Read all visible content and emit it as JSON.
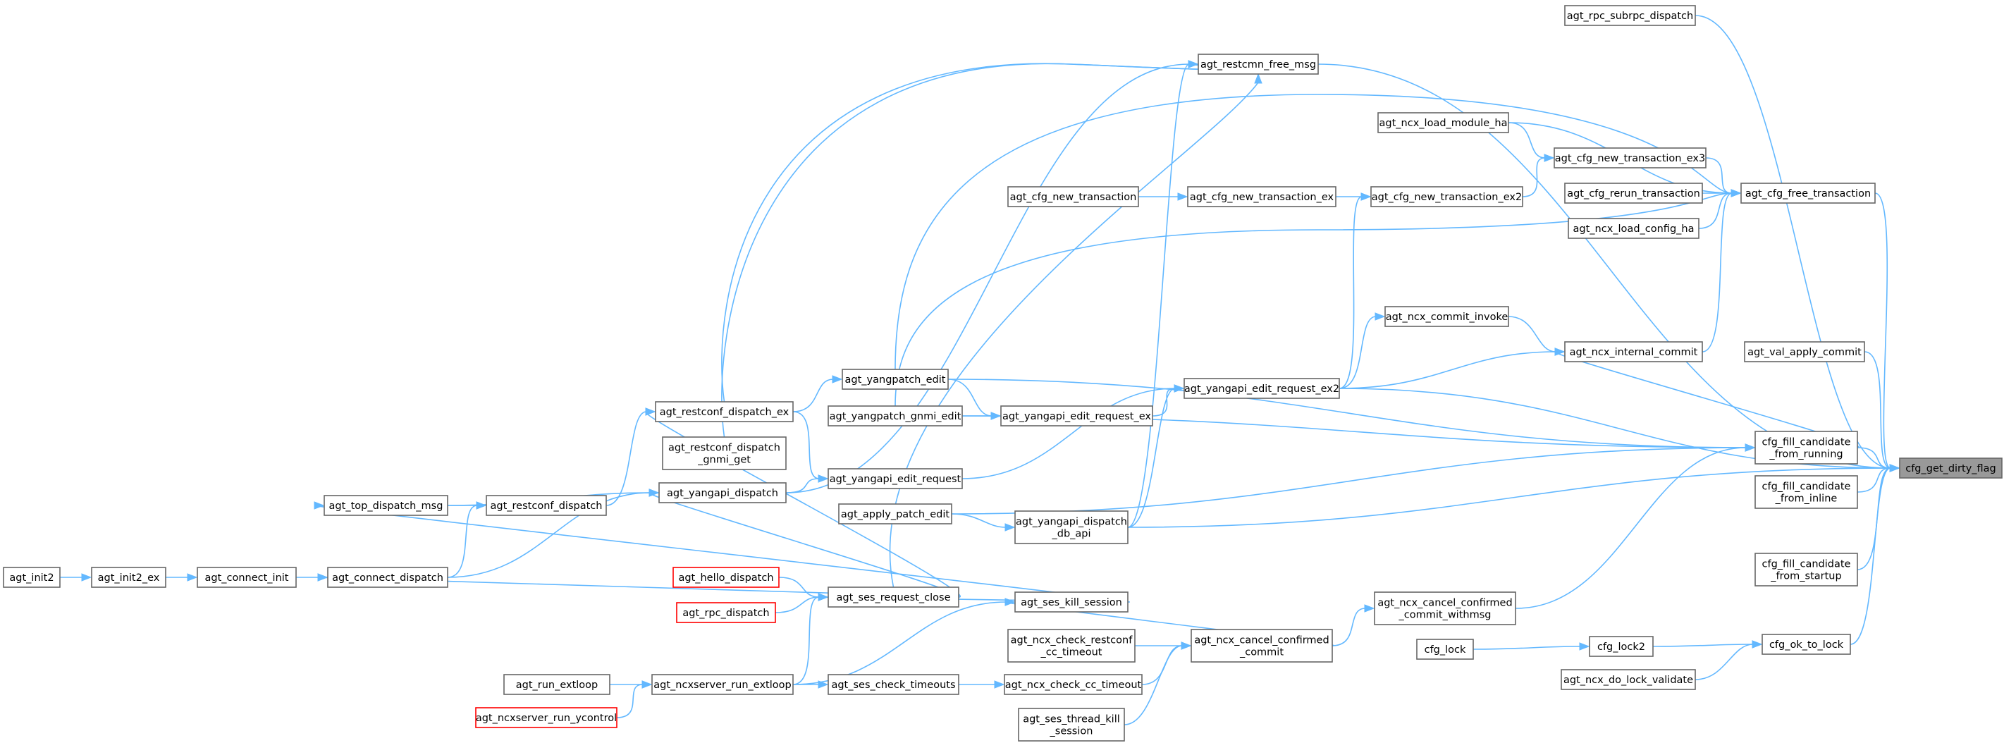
{
  "diagram": {
    "type": "caller-graph",
    "colors": {
      "edge": "#63b8ff",
      "node_border": "#666666",
      "missing_border": "#ff0000",
      "root_fill": "#999999"
    },
    "nodes": [
      {
        "id": "cfg_get_dirty_flag",
        "lines": [
          "cfg_get_dirty_flag"
        ],
        "kind": "root"
      },
      {
        "id": "agt_rpc_subrpc_dispatch",
        "lines": [
          "agt_rpc_subrpc_dispatch"
        ]
      },
      {
        "id": "agt_restcmn_free_msg",
        "lines": [
          "agt_restcmn_free_msg"
        ]
      },
      {
        "id": "agt_ncx_load_module_ha",
        "lines": [
          "agt_ncx_load_module_ha"
        ]
      },
      {
        "id": "agt_cfg_new_transaction_ex3",
        "lines": [
          "agt_cfg_new_transaction_ex3"
        ]
      },
      {
        "id": "agt_cfg_new_transaction",
        "lines": [
          "agt_cfg_new_transaction"
        ]
      },
      {
        "id": "agt_cfg_new_transaction_ex",
        "lines": [
          "agt_cfg_new_transaction_ex"
        ]
      },
      {
        "id": "agt_cfg_new_transaction_ex2",
        "lines": [
          "agt_cfg_new_transaction_ex2"
        ]
      },
      {
        "id": "agt_cfg_rerun_transaction",
        "lines": [
          "agt_cfg_rerun_transaction"
        ]
      },
      {
        "id": "agt_cfg_free_transaction",
        "lines": [
          "agt_cfg_free_transaction"
        ]
      },
      {
        "id": "agt_ncx_load_config_ha",
        "lines": [
          "agt_ncx_load_config_ha"
        ]
      },
      {
        "id": "agt_ncx_commit_invoke",
        "lines": [
          "agt_ncx_commit_invoke"
        ]
      },
      {
        "id": "agt_ncx_internal_commit",
        "lines": [
          "agt_ncx_internal_commit"
        ]
      },
      {
        "id": "agt_val_apply_commit",
        "lines": [
          "agt_val_apply_commit"
        ]
      },
      {
        "id": "agt_yangpatch_edit",
        "lines": [
          "agt_yangpatch_edit"
        ]
      },
      {
        "id": "agt_yangapi_edit_request_ex2",
        "lines": [
          "agt_yangapi_edit_request_ex2"
        ]
      },
      {
        "id": "agt_restconf_dispatch_ex",
        "lines": [
          "agt_restconf_dispatch_ex"
        ]
      },
      {
        "id": "agt_yangpatch_gnmi_edit",
        "lines": [
          "agt_yangpatch_gnmi_edit"
        ]
      },
      {
        "id": "agt_yangapi_edit_request_ex",
        "lines": [
          "agt_yangapi_edit_request_ex"
        ]
      },
      {
        "id": "cfg_fill_candidate_from_running",
        "lines": [
          "cfg_fill_candidate",
          "_from_running"
        ]
      },
      {
        "id": "agt_restconf_dispatch_gnmi_get",
        "lines": [
          "agt_restconf_dispatch",
          "_gnmi_get"
        ]
      },
      {
        "id": "agt_yangapi_edit_request",
        "lines": [
          "agt_yangapi_edit_request"
        ]
      },
      {
        "id": "cfg_fill_candidate_from_inline",
        "lines": [
          "cfg_fill_candidate",
          "_from_inline"
        ]
      },
      {
        "id": "agt_top_dispatch_msg",
        "lines": [
          "agt_top_dispatch_msg"
        ]
      },
      {
        "id": "agt_restconf_dispatch",
        "lines": [
          "agt_restconf_dispatch"
        ]
      },
      {
        "id": "agt_yangapi_dispatch",
        "lines": [
          "agt_yangapi_dispatch"
        ]
      },
      {
        "id": "agt_apply_patch_edit",
        "lines": [
          "agt_apply_patch_edit"
        ]
      },
      {
        "id": "agt_yangapi_dispatch_db_api",
        "lines": [
          "agt_yangapi_dispatch",
          "_db_api"
        ]
      },
      {
        "id": "agt_init2",
        "lines": [
          "agt_init2"
        ]
      },
      {
        "id": "agt_init2_ex",
        "lines": [
          "agt_init2_ex"
        ]
      },
      {
        "id": "agt_connect_init",
        "lines": [
          "agt_connect_init"
        ]
      },
      {
        "id": "agt_connect_dispatch",
        "lines": [
          "agt_connect_dispatch"
        ]
      },
      {
        "id": "cfg_fill_candidate_from_startup",
        "lines": [
          "cfg_fill_candidate",
          "_from_startup"
        ]
      },
      {
        "id": "agt_hello_dispatch",
        "lines": [
          "agt_hello_dispatch"
        ],
        "kind": "missing"
      },
      {
        "id": "agt_ses_request_close",
        "lines": [
          "agt_ses_request_close"
        ]
      },
      {
        "id": "agt_ses_kill_session",
        "lines": [
          "agt_ses_kill_session"
        ]
      },
      {
        "id": "agt_ncx_cancel_confirmed_commit_withmsg",
        "lines": [
          "agt_ncx_cancel_confirmed",
          "_commit_withmsg"
        ]
      },
      {
        "id": "agt_rpc_dispatch",
        "lines": [
          "agt_rpc_dispatch"
        ],
        "kind": "missing"
      },
      {
        "id": "agt_ncx_check_restconf_cc_timeout",
        "lines": [
          "agt_ncx_check_restconf",
          "_cc_timeout"
        ]
      },
      {
        "id": "agt_ncx_cancel_confirmed_commit",
        "lines": [
          "agt_ncx_cancel_confirmed",
          "_commit"
        ]
      },
      {
        "id": "cfg_lock",
        "lines": [
          "cfg_lock"
        ]
      },
      {
        "id": "cfg_lock2",
        "lines": [
          "cfg_lock2"
        ]
      },
      {
        "id": "cfg_ok_to_lock",
        "lines": [
          "cfg_ok_to_lock"
        ]
      },
      {
        "id": "agt_ncx_do_lock_validate",
        "lines": [
          "agt_ncx_do_lock_validate"
        ]
      },
      {
        "id": "agt_run_extloop",
        "lines": [
          "agt_run_extloop"
        ]
      },
      {
        "id": "agt_ncxserver_run_extloop",
        "lines": [
          "agt_ncxserver_run_extloop"
        ]
      },
      {
        "id": "agt_ses_check_timeouts",
        "lines": [
          "agt_ses_check_timeouts"
        ]
      },
      {
        "id": "agt_ncx_check_cc_timeout",
        "lines": [
          "agt_ncx_check_cc_timeout"
        ]
      },
      {
        "id": "agt_ncxserver_run_ycontrol",
        "lines": [
          "agt_ncxserver_run_ycontrol"
        ],
        "kind": "missing"
      },
      {
        "id": "agt_ses_thread_kill_session",
        "lines": [
          "agt_ses_thread_kill",
          "_session"
        ]
      }
    ],
    "edges": [
      [
        "agt_rpc_subrpc_dispatch",
        "cfg_get_dirty_flag"
      ],
      [
        "agt_restcmn_free_msg",
        "cfg_get_dirty_flag"
      ],
      [
        "agt_cfg_free_transaction",
        "cfg_get_dirty_flag"
      ],
      [
        "agt_val_apply_commit",
        "cfg_get_dirty_flag"
      ],
      [
        "agt_yangapi_edit_request_ex2",
        "cfg_get_dirty_flag"
      ],
      [
        "cfg_fill_candidate_from_running",
        "cfg_get_dirty_flag"
      ],
      [
        "cfg_fill_candidate_from_inline",
        "cfg_get_dirty_flag"
      ],
      [
        "agt_yangapi_dispatch_db_api",
        "cfg_get_dirty_flag"
      ],
      [
        "cfg_fill_candidate_from_startup",
        "cfg_get_dirty_flag"
      ],
      [
        "cfg_ok_to_lock",
        "cfg_get_dirty_flag"
      ],
      [
        "agt_ncx_load_module_ha",
        "agt_cfg_free_transaction"
      ],
      [
        "agt_cfg_new_transaction_ex3",
        "agt_cfg_free_transaction"
      ],
      [
        "agt_cfg_rerun_transaction",
        "agt_cfg_free_transaction"
      ],
      [
        "agt_ncx_load_config_ha",
        "agt_cfg_free_transaction"
      ],
      [
        "agt_ncx_internal_commit",
        "agt_cfg_free_transaction"
      ],
      [
        "agt_ncx_load_module_ha",
        "agt_cfg_new_transaction_ex3"
      ],
      [
        "agt_cfg_new_transaction_ex2",
        "agt_cfg_new_transaction_ex3"
      ],
      [
        "agt_cfg_new_transaction",
        "agt_cfg_new_transaction_ex"
      ],
      [
        "agt_cfg_new_transaction_ex",
        "agt_cfg_new_transaction_ex2"
      ],
      [
        "agt_yangapi_edit_request_ex2",
        "agt_cfg_new_transaction_ex2"
      ],
      [
        "agt_ncx_commit_invoke",
        "agt_ncx_internal_commit"
      ],
      [
        "agt_yangapi_edit_request_ex2",
        "agt_ncx_commit_invoke"
      ],
      [
        "agt_yangapi_edit_request_ex2",
        "agt_ncx_internal_commit"
      ],
      [
        "cfg_fill_candidate_from_running",
        "agt_ncx_internal_commit"
      ],
      [
        "agt_yangapi_edit_request_ex",
        "agt_yangapi_edit_request_ex2"
      ],
      [
        "agt_yangapi_edit_request",
        "agt_yangapi_edit_request_ex2"
      ],
      [
        "agt_yangapi_dispatch_db_api",
        "agt_yangapi_edit_request_ex2"
      ],
      [
        "agt_yangpatch_edit",
        "agt_yangapi_edit_request_ex"
      ],
      [
        "agt_yangpatch_gnmi_edit",
        "agt_yangapi_edit_request_ex"
      ],
      [
        "agt_restconf_dispatch_ex",
        "agt_yangpatch_edit"
      ],
      [
        "agt_restconf_dispatch_ex",
        "agt_restcmn_free_msg"
      ],
      [
        "agt_restconf_dispatch_ex",
        "agt_yangapi_edit_request"
      ],
      [
        "agt_restconf_dispatch",
        "agt_restconf_dispatch_ex"
      ],
      [
        "agt_restconf_dispatch_gnmi_get",
        "agt_restcmn_free_msg"
      ],
      [
        "agt_yangapi_dispatch",
        "agt_restcmn_free_msg"
      ],
      [
        "agt_yangapi_dispatch_db_api",
        "agt_restcmn_free_msg"
      ],
      [
        "agt_yangapi_dispatch",
        "agt_yangapi_edit_request"
      ],
      [
        "agt_yangpatch_edit",
        "agt_cfg_free_transaction"
      ],
      [
        "agt_yangpatch_gnmi_edit",
        "agt_cfg_free_transaction"
      ],
      [
        "agt_top_dispatch_msg",
        "agt_restconf_dispatch"
      ],
      [
        "agt_top_dispatch_msg",
        "agt_yangapi_dispatch"
      ],
      [
        "agt_connect_dispatch",
        "agt_restconf_dispatch"
      ],
      [
        "agt_connect_dispatch",
        "agt_yangapi_dispatch"
      ],
      [
        "agt_apply_patch_edit",
        "agt_yangapi_dispatch_db_api"
      ],
      [
        "agt_init2",
        "agt_init2_ex"
      ],
      [
        "agt_init2_ex",
        "agt_connect_init"
      ],
      [
        "agt_connect_init",
        "agt_connect_dispatch"
      ],
      [
        "agt_yangpatch_edit",
        "cfg_fill_candidate_from_running"
      ],
      [
        "agt_yangpatch_gnmi_edit",
        "cfg_fill_candidate_from_running"
      ],
      [
        "agt_apply_patch_edit",
        "cfg_fill_candidate_from_running"
      ],
      [
        "agt_ncx_cancel_confirmed_commit_withmsg",
        "cfg_fill_candidate_from_running"
      ],
      [
        "agt_hello_dispatch",
        "agt_ses_request_close"
      ],
      [
        "agt_rpc_dispatch",
        "agt_ses_request_close"
      ],
      [
        "agt_ses_kill_session",
        "agt_ses_request_close"
      ],
      [
        "agt_ses_request_close",
        "agt_restconf_dispatch_ex"
      ],
      [
        "agt_ses_request_close",
        "agt_restcmn_free_msg"
      ],
      [
        "agt_ses_request_close",
        "agt_yangapi_dispatch"
      ],
      [
        "agt_ses_request_close",
        "agt_connect_dispatch"
      ],
      [
        "agt_ses_kill_session",
        "agt_top_dispatch_msg"
      ],
      [
        "agt_ncxserver_run_extloop",
        "agt_ses_request_close"
      ],
      [
        "agt_ncxserver_run_extloop",
        "agt_ses_kill_session"
      ],
      [
        "agt_ncx_cancel_confirmed_commit",
        "agt_ses_kill_session"
      ],
      [
        "agt_ncx_check_restconf_cc_timeout",
        "agt_ncx_cancel_confirmed_commit"
      ],
      [
        "agt_ncx_check_cc_timeout",
        "agt_ncx_cancel_confirmed_commit"
      ],
      [
        "agt_ses_thread_kill_session",
        "agt_ncx_cancel_confirmed_commit"
      ],
      [
        "agt_ncx_cancel_confirmed_commit",
        "agt_ncx_cancel_confirmed_commit_withmsg"
      ],
      [
        "cfg_lock",
        "cfg_lock2"
      ],
      [
        "cfg_lock2",
        "cfg_ok_to_lock"
      ],
      [
        "agt_ncx_do_lock_validate",
        "cfg_ok_to_lock"
      ],
      [
        "agt_run_extloop",
        "agt_ncxserver_run_extloop"
      ],
      [
        "agt_ncxserver_run_ycontrol",
        "agt_ncxserver_run_extloop"
      ],
      [
        "agt_ncxserver_run_extloop",
        "agt_ses_check_timeouts"
      ],
      [
        "agt_ses_check_timeouts",
        "agt_ncx_check_cc_timeout"
      ]
    ]
  }
}
